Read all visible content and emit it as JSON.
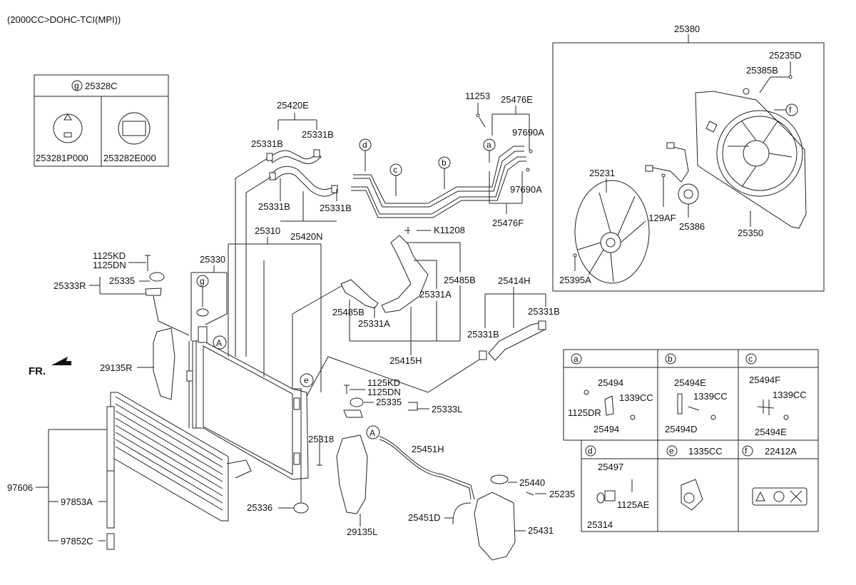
{
  "header": "(2000CC>DOHC-TCI(MPI))",
  "fr": "FR.",
  "labels": {
    "p25380": "25380",
    "p25235D": "25235D",
    "p25385B": "25385B",
    "p25231": "25231",
    "p1129AF": "1129AF",
    "p25386": "25386",
    "p25350": "25350",
    "p25395A": "25395A",
    "p25328C": "25328C",
    "p253281P000": "253281P000",
    "p253282E000": "253282E000",
    "p25420E": "25420E",
    "p25331B_1": "25331B",
    "p25331B_2": "25331B",
    "p25331B_3": "25331B",
    "p25331B_4": "25331B",
    "p25420N": "25420N",
    "p11253": "11253",
    "p25476E": "25476E",
    "p97690A_1": "97690A",
    "p97690A_2": "97690A",
    "p25476F": "25476F",
    "pK11208": "K11208",
    "p25485B_1": "25485B",
    "p25485B_2": "25485B",
    "p25331A_1": "25331A",
    "p25331A_2": "25331A",
    "p25415H": "25415H",
    "p25414H": "25414H",
    "p25331B_5": "25331B",
    "p25331B_6": "25331B",
    "p25310": "25310",
    "p25330": "25330",
    "p1125KD_1": "1125KD",
    "p1125DN_1": "1125DN",
    "p25335_1": "25335",
    "p25333R": "25333R",
    "p29135R": "29135R",
    "p1125KD_2": "1125KD",
    "p1125DN_2": "1125DN",
    "p25335_2": "25335",
    "p25333L": "25333L",
    "p25318": "25318",
    "p25336": "25336",
    "p29135L": "29135L",
    "p97606": "97606",
    "p97853A": "97853A",
    "p97852C": "97852C",
    "p25451H": "25451H",
    "p25451D": "25451D",
    "p25440": "25440",
    "p25235": "25235",
    "p25431": "25431"
  },
  "callouts": {
    "a": "a",
    "b": "b",
    "c": "c",
    "d": "d",
    "e": "e",
    "f": "f",
    "g": "g",
    "A": "A"
  },
  "detail": {
    "a": {
      "letter": "a",
      "p1": "25494",
      "p2": "1339CC",
      "p3": "1125DR",
      "p4": "25494"
    },
    "b": {
      "letter": "b",
      "p1": "25494E",
      "p2": "1339CC",
      "p3": "25494D"
    },
    "c": {
      "letter": "c",
      "p1": "25494F",
      "p2": "1339CC",
      "p3": "25494E"
    },
    "d": {
      "letter": "d",
      "p1": "25497",
      "p2": "1125AE",
      "p3": "25314"
    },
    "e": {
      "letter": "e",
      "p1": "1335CC"
    },
    "f": {
      "letter": "f",
      "p1": "22412A"
    }
  }
}
